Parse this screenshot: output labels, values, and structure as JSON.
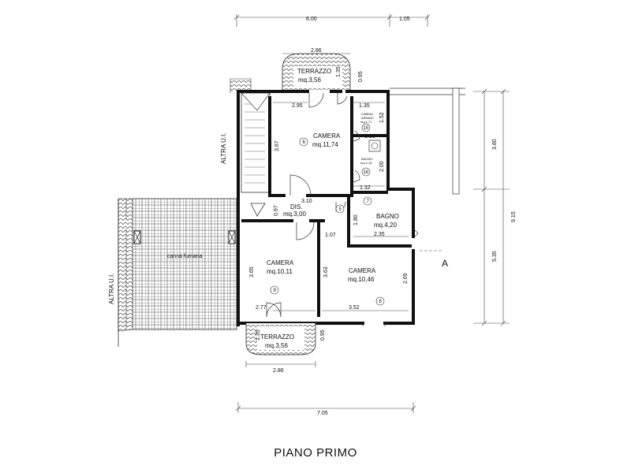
{
  "title": "PIANO PRIMO",
  "section_marker": "A",
  "rooms": {
    "terrazzo_top": {
      "name": "TERRAZZO",
      "area": "mq.3,56"
    },
    "camera_6": {
      "name": "CAMERA",
      "area": "mq.11,74",
      "number": "6"
    },
    "cabina_15": {
      "name1": "CABINA",
      "name2": "ARMADI",
      "area": "mq.1,71",
      "number": "15"
    },
    "bagno_16": {
      "name": "BAGNO",
      "area": "mq.2,16",
      "number": "16"
    },
    "dis_5": {
      "name": "DIS.",
      "area": "mq.3,00",
      "number": "5"
    },
    "bagno_7": {
      "name": "BAGNO",
      "area": "mq.4,20",
      "number": "7"
    },
    "camera_9": {
      "name": "CAMERA",
      "area": "mq.10,11",
      "number": "9"
    },
    "camera_8": {
      "name": "CAMERA",
      "area": "mq.10,46",
      "number": "8"
    },
    "terrazzo_bottom": {
      "name": "TERRAZZO",
      "area": "mq.3,56"
    }
  },
  "labels": {
    "altra_ui_top": "ALTRA U.I.",
    "altra_ui_left": "ALTRA U.I.",
    "canna_fumaria": "canna fumaria"
  },
  "dimensions": {
    "top_600": "6.00",
    "top_105": "1.05",
    "terrace_top_286": "2.86",
    "terrace_top_135": "1.35",
    "terrace_top_095": "0.95",
    "camera6_295": "2.95",
    "cabina_135": "1.35",
    "cabina_152": "1.52",
    "cabina_099": "0.99",
    "camera6_367": "3.67",
    "bagno16_200": "2.00",
    "bagno16_132": "1.32",
    "dis_310": "3.10",
    "dis_097": "0.97",
    "bagno7_180": "1.80",
    "bagno7_235": "2.35",
    "dis_107": "1.07",
    "camera9_365": "3.65",
    "camera8_363": "3.63",
    "camera8_269": "2.69",
    "camera9_277": "2.77",
    "camera8_352": "3.52",
    "terrace_bot_135": "1.35",
    "terrace_bot_095": "0.95",
    "terrace_bot_286": "2.86",
    "bottom_705": "7.05",
    "right_380": "3.80",
    "right_915": "9.15",
    "right_535": "5.35"
  }
}
